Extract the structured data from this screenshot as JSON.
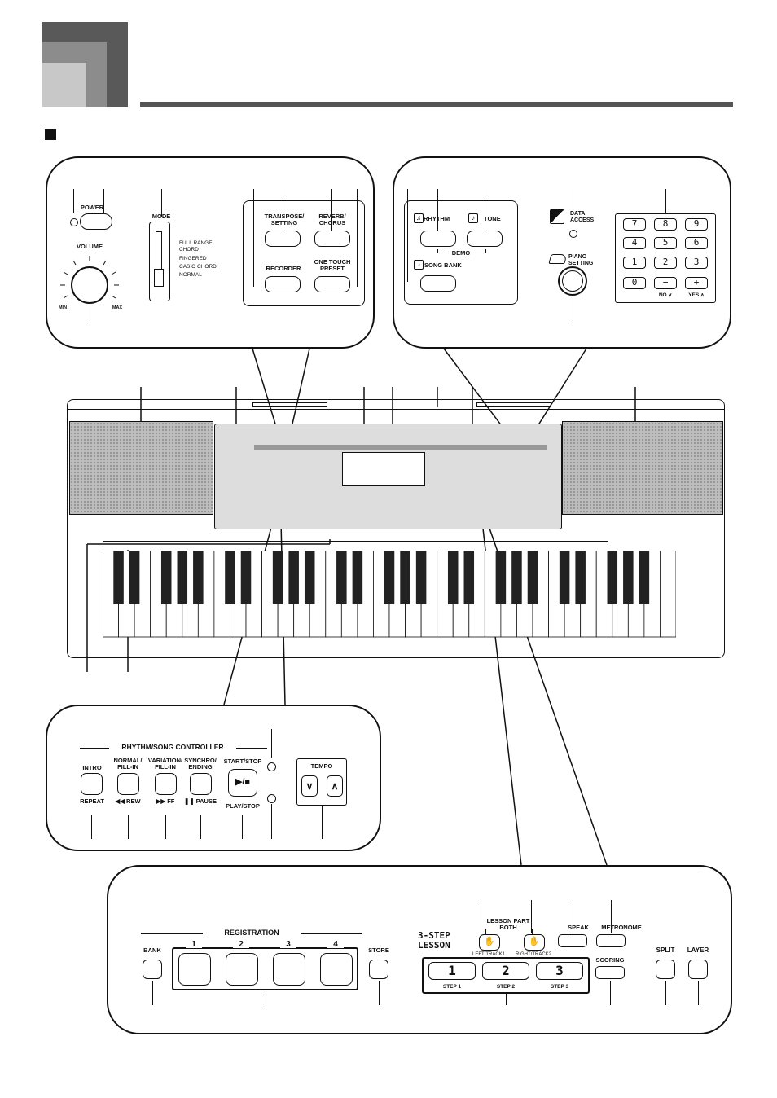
{
  "header": {
    "colors": {
      "dark": "#595959",
      "mid": "#8c8c8c",
      "light": "#c8c8c8",
      "rule": "#555555"
    }
  },
  "top_left_panel": {
    "power": "POWER",
    "volume": "VOLUME",
    "vol_min": "MIN",
    "vol_max": "MAX",
    "mode": "MODE",
    "mode_options": [
      "FULL RANGE\nCHORD",
      "FINGERED",
      "CASIO CHORD",
      "NORMAL"
    ],
    "transpose": "TRANSPOSE/\nSETTING",
    "reverb": "REVERB/\nCHORUS",
    "recorder": "RECORDER",
    "one_touch": "ONE TOUCH\nPRESET"
  },
  "top_right_panel": {
    "rhythm": "RHYTHM",
    "tone": "TONE",
    "demo": "DEMO",
    "song_bank": "SONG BANK",
    "data_access": "DATA\nACCESS",
    "piano_setting": "PIANO\nSETTING",
    "keypad": [
      "7",
      "8",
      "9",
      "4",
      "5",
      "6",
      "1",
      "2",
      "3",
      "0",
      "−",
      "+"
    ],
    "no_label": "NO ∨",
    "yes_label": "YES ∧"
  },
  "rhythm_controller_panel": {
    "title": "RHYTHM/SONG CONTROLLER",
    "buttons": [
      {
        "top": "INTRO",
        "bottom": "REPEAT"
      },
      {
        "top": "NORMAL/\nFILL-IN",
        "bottom": "◀◀ REW"
      },
      {
        "top": "VARIATION/\nFILL-IN",
        "bottom": "▶▶ FF"
      },
      {
        "top": "SYNCHRO/\nENDING",
        "bottom": "❚❚ PAUSE"
      },
      {
        "top": "START/STOP",
        "bottom": "PLAY/STOP",
        "symbol": "▶/■"
      }
    ],
    "tempo": "TEMPO",
    "tempo_down": "∨",
    "tempo_up": "∧"
  },
  "bottom_panel": {
    "registration": "REGISTRATION",
    "bank": "BANK",
    "store": "STORE",
    "reg_numbers": [
      "1",
      "2",
      "3",
      "4"
    ],
    "three_step": "3-STEP\nLESSON",
    "lesson_part": "LESSON PART\nBOTH",
    "left": "LEFT/TRACK1",
    "right": "RIGHT/TRACK2",
    "speak": "SPEAK",
    "metronome": "METRONOME",
    "scoring": "SCORING",
    "split": "SPLIT",
    "layer": "LAYER",
    "steps": [
      {
        "n": "1",
        "label": "STEP 1"
      },
      {
        "n": "2",
        "label": "STEP 2"
      },
      {
        "n": "3",
        "label": "STEP 3"
      }
    ]
  },
  "keyboard": {
    "white_keys": 36
  }
}
